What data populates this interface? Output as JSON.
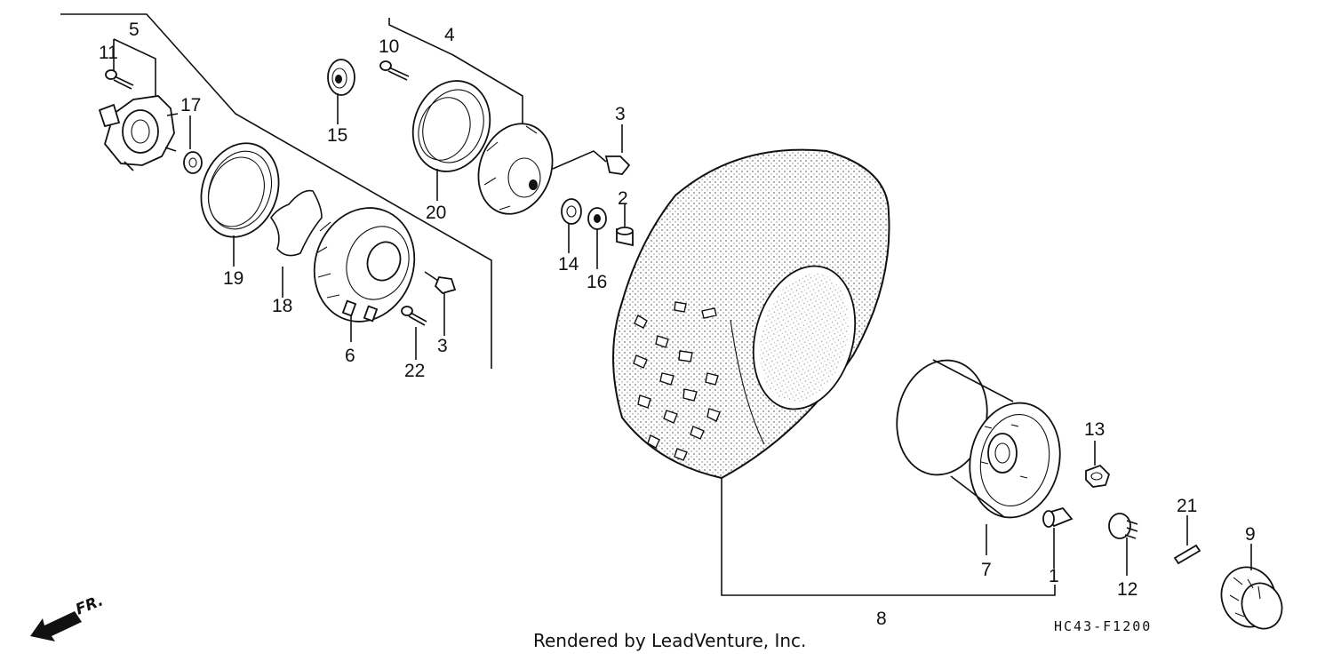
{
  "diagram": {
    "callouts": [
      "1",
      "2",
      "3",
      "3",
      "4",
      "5",
      "6",
      "7",
      "8",
      "9",
      "10",
      "11",
      "12",
      "13",
      "14",
      "15",
      "16",
      "17",
      "18",
      "19",
      "20",
      "21",
      "22"
    ],
    "drawing_code": "HC43-F1200",
    "credit": "Rendered by LeadVenture, Inc.",
    "front_marker": "FR."
  }
}
